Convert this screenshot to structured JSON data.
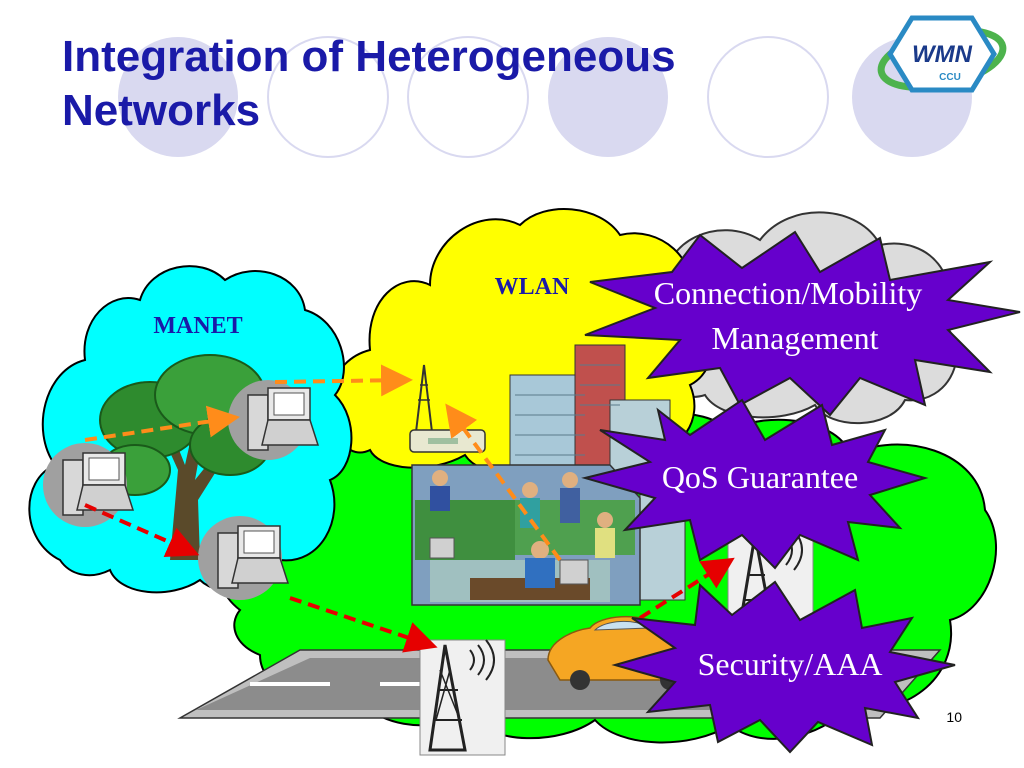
{
  "slide": {
    "title_line1": "Integration of Heterogeneous",
    "title_line2": "Networks",
    "page_number": "10"
  },
  "logo": {
    "main_text": "WMN",
    "sub_text": "CCU"
  },
  "networks": {
    "manet_label": "MANET",
    "wlan_label": "WLAN"
  },
  "callouts": {
    "mobility_line1": "Connection/Mobility",
    "mobility_line2": "Management",
    "qos": "QoS Guarantee",
    "security": "Security/AAA"
  },
  "colors": {
    "title": "#1a1aa8",
    "manet_cloud": "#00ffff",
    "wlan_cloud": "#ffff00",
    "cellular_cloud": "#00ff00",
    "grey_cloud": "#dcdcdc",
    "starburst": "#6600cc",
    "arrow_orange": "#ff8c1a",
    "arrow_red": "#e60000",
    "deco_circle": "#d9d9f0"
  },
  "icons": [
    "tree-icon",
    "laptop-icon",
    "antenna-tower-icon",
    "access-point-icon",
    "building-icon",
    "office-people-icon",
    "car-icon",
    "road-icon"
  ]
}
